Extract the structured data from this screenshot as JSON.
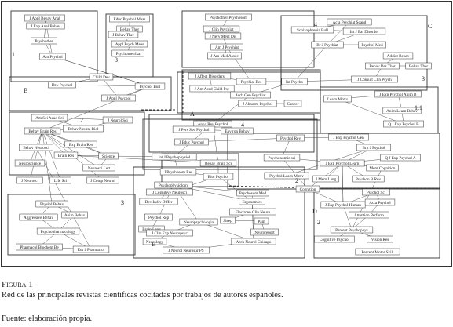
{
  "caption": {
    "label": "Figura 1",
    "title": "Red de las principales revistas científicas cocitadas por trabajos de autores españoles.",
    "source": "Fuente: elaboración propia."
  },
  "diagram": {
    "cluster_letters": [
      "A",
      "B",
      "C",
      "D",
      "E"
    ],
    "cluster_numbers": [
      "1",
      "2",
      "3",
      "4",
      "1.1"
    ],
    "nodes": [
      "J Appl Behav Anal",
      "J Exp Anal Behav",
      "Psychother",
      "Am Psychol",
      "Behav Ther",
      "J Behav Ther",
      "Appl Psych Meas",
      "Psychometrika",
      "Educ Psychol Meas",
      "Psychother Psychosom",
      "J Clin Psychiat",
      "J Nerv Ment Dis",
      "Am J Psychiat",
      "J Am Med Assoc",
      "Acta Psychiat Scand",
      "Schizophrenia Bull",
      "Int J Eat Disorder",
      "Br J Psychiat",
      "Psychol Med",
      "Child Dev",
      "Dev Psychol",
      "Psychol Bull",
      "J Appl Psychol",
      "J Affect Disorders",
      "Psychiat Res",
      "J Am Acad Child Psy",
      "Arch Gen Psychiat",
      "J Abnorm Psychol",
      "Cancer",
      "Int Psycho",
      "Addict Behav",
      "Behav Res Ther",
      "Behav Ther",
      "J Consult Clin Psych",
      "Learn Motiv",
      "J Exp Psychol Anim B",
      "Anim Learn Behav",
      "Q J Exp Psychol B",
      "Am Sci Acad Sci",
      "J Neurol Sci",
      "Behav Neural Biol",
      "Behav Brain Res",
      "Exp Brain Res",
      "Behav Neurosci",
      "Neuroscience",
      "Brain Res",
      "Science",
      "Neurosci Lett",
      "J Neurosci",
      "Life Sci",
      "J Comp Neurol",
      "Anna Rev Psychol",
      "J Pers Soc Psychol",
      "Environ Behav",
      "J Educ Psychol",
      "Psychol Rev",
      "J Exp Psychol Gen",
      "Brit J Psychol",
      "J Exp Psychol Learn",
      "Mem Cognition",
      "Q J Exp Psychol A",
      "Psychol Learn Motiv",
      "J Mem Lang",
      "Psychon B Rev",
      "Cognition",
      "Psychonomic sci",
      "Int J Psychophysiol",
      "J Psychosom Res",
      "Behav Brain Sci",
      "Biol Psychol",
      "J Cognitive Neurosci",
      "Psychophysiology",
      "Dev Indiv Differ",
      "Psychol Rep",
      "Brain Lang",
      "J Clin Exp Neuropsyc",
      "Neurology",
      "J Neurol Neurosur PS",
      "Neuropsychologia",
      "Arch Neurol Chicago",
      "Psychosom Med",
      "Ergonomics",
      "Electroen Clin Neuro",
      "Sleep",
      "Pain",
      "Neuroreport",
      "Physiol Behav",
      "Aggressive Behav",
      "Anim Behav",
      "Psychopharmacology",
      "Pharmacol Biochem Be",
      "Eur J Pharmacol",
      "J Exp Psychol Human",
      "Percept Psychophys",
      "Psychol Sci",
      "Acta Psychol",
      "Attention Perform",
      "Cognitive Psychol",
      "Vision Res",
      "Percept Motor Skill"
    ]
  }
}
